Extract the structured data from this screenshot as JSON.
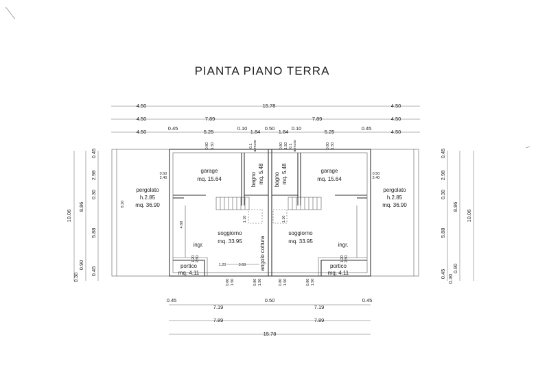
{
  "title": "PIANTA PIANO TERRA",
  "top_dims": {
    "row1": [
      "4.50",
      "15.78",
      "4.50"
    ],
    "row2": [
      "4.50",
      "7.89",
      "7.89",
      "4.50"
    ],
    "row3": [
      "4.50",
      "0.45",
      "5.25",
      "0.10",
      "1.84",
      "0.50",
      "1.84",
      "0.10",
      "5.25",
      "0.45",
      "4.50"
    ]
  },
  "bottom_dims": {
    "row1": [
      "0.45",
      "7.19",
      "0.50",
      "7.19",
      "0.45"
    ],
    "row2": [
      "7.89",
      "7.89"
    ],
    "row3": [
      "15.78"
    ]
  },
  "side_dims": {
    "total": "10.06",
    "mid": "8.86",
    "parts": [
      "0.45",
      "2.98",
      "0.30",
      "5.88",
      "0.45"
    ],
    "bottom_small": [
      "0.30",
      "0.90"
    ],
    "pergola_depth": "8.20"
  },
  "rooms": {
    "garage": {
      "name": "garage",
      "area": "mq. 15.64"
    },
    "bagno": {
      "name": "bagno",
      "area": "mq. 5.48"
    },
    "soggiorno": {
      "name": "soggiorno",
      "area": "mq. 33.95"
    },
    "pergolato": {
      "name": "pergolato",
      "height": "h.2.85",
      "area": "mq. 36.90"
    },
    "portico": {
      "name": "portico",
      "area": "mq. 4.11"
    },
    "ingr": "ingr.",
    "angolo": "angolo cottura"
  },
  "windows": {
    "a": "0.80",
    "b": "1.50",
    "muro": "a muro",
    "vent": "0.1",
    "pergola_win": "0.50",
    "pergola_win_h": "2.40",
    "porch_a": "1.20",
    "porch_b": "2.50",
    "inner_h": "4.68",
    "inner_w": "3.69",
    "inner_small": "1.20",
    "stair": "1.10"
  }
}
